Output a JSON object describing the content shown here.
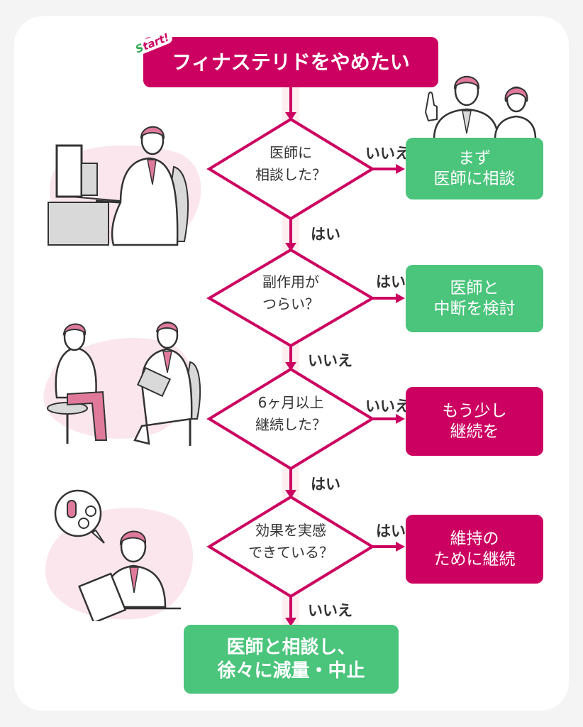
{
  "colors": {
    "page_background": "#f4f4f4",
    "card_background": "#ffffff",
    "primary_magenta": "#cc0060",
    "result_green": "#4bc47c",
    "text_dark": "#333333",
    "flow_band": "#fdeef0",
    "illustration_pink": "#e07a9b",
    "illustration_blob": "#fbe6ee",
    "illustration_gray": "#d9d9d9"
  },
  "start": {
    "tag_first_letter": "S",
    "tag_rest": "tart!",
    "title": "フィナステリドをやめたい"
  },
  "questions": [
    {
      "lines": [
        "医師に",
        "相談した？"
      ],
      "side_label": "いいえ",
      "down_label": "はい"
    },
    {
      "lines": [
        "副作用が",
        "つらい？"
      ],
      "side_label": "はい",
      "down_label": "いいえ"
    },
    {
      "lines": [
        "6ヶ月以上",
        "継続した？"
      ],
      "side_label": "いいえ",
      "down_label": "はい"
    },
    {
      "lines": [
        "効果を実感",
        "できている？"
      ],
      "side_label": "はい",
      "down_label": "いいえ"
    }
  ],
  "results": [
    {
      "lines": [
        "まず",
        "医師に相談"
      ],
      "tone": "green"
    },
    {
      "lines": [
        "医師と",
        "中断を検討"
      ],
      "tone": "green"
    },
    {
      "lines": [
        "もう少し",
        "継続を"
      ],
      "tone": "magenta"
    },
    {
      "lines": [
        "維持の",
        "ために継続"
      ],
      "tone": "magenta"
    }
  ],
  "final": {
    "lines": [
      "医師と相談し、",
      "徐々に減量・中止"
    ],
    "tone": "green"
  },
  "illustrations": [
    "doctor-at-computer",
    "doctors-pointing",
    "patient-doctor-consultation",
    "doctor-with-medicine-bubble"
  ]
}
